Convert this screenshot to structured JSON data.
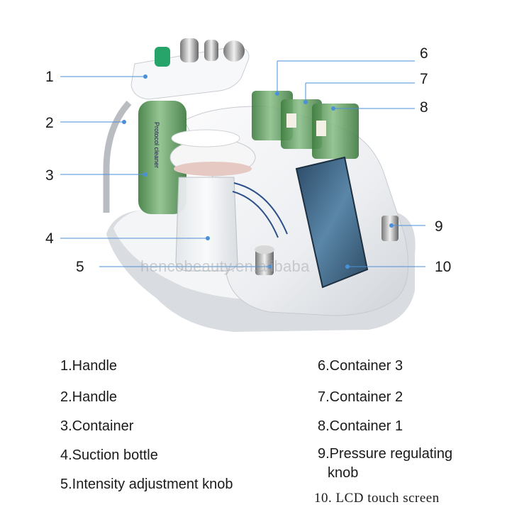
{
  "callouts": [
    "1",
    "2",
    "3",
    "4",
    "5",
    "6",
    "7",
    "8",
    "9",
    "10"
  ],
  "legend": [
    "1.Handle",
    "2.Handle",
    "3.Container",
    "4.Suction bottle",
    "5.Intensity adjustment knob",
    "6.Container 3",
    "7.Container 2",
    "8.Container 1",
    "9.Pressure regulating",
    "knob",
    "10. LCD touch screen"
  ],
  "watermark": "hencobeauty.en.alibaba",
  "bottle_label": "Protocol cleaner",
  "colors": {
    "callout_line": "#4a90d9",
    "machine_body": "#f1f2f4",
    "container_green": "#5c9a5a",
    "screen": "#3f6f92"
  }
}
